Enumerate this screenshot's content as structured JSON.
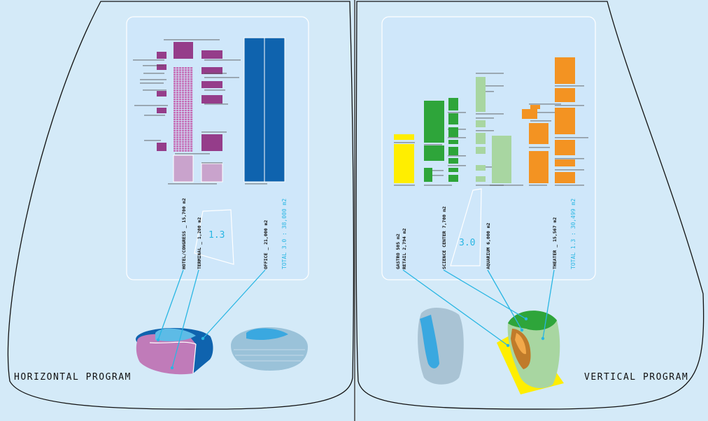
{
  "colors": {
    "background": "#d4eaf8",
    "card": "#cfe7fa",
    "hotel": "#953d8a",
    "hotel_light": "#c9a3cc",
    "office": "#0f63ae",
    "gastro": "#ffee00",
    "science": "#2ea53a",
    "aquarium": "#a8d6a1",
    "theater": "#f39322",
    "accent": "#29b6e3"
  },
  "left": {
    "title": "HORIZONTAL PROGRAM",
    "far_label": "1.3",
    "labels": {
      "hotel": "HOTEL/CONGRESS _ 15,700 m2",
      "terminal": "TERMINAL _ 1,200 m2",
      "office": "OFFICE _ 21,000 m2",
      "total": "TOTAL 3.0 : 38,000 m2"
    }
  },
  "right": {
    "title": "VERTICAL PROGRAM",
    "far_label": "3.0",
    "labels": {
      "gastro": "GASTRO 505 m2",
      "retail": "RETAIL 2,794 m2",
      "science": "SCIENCE CENTER 7,700 m2",
      "aquarium": "AQUARIUM 6,000 m2",
      "theater": "THEATER _ 15,567 m2",
      "total": "TOTAL 1.3 : 30,499 m2"
    }
  }
}
